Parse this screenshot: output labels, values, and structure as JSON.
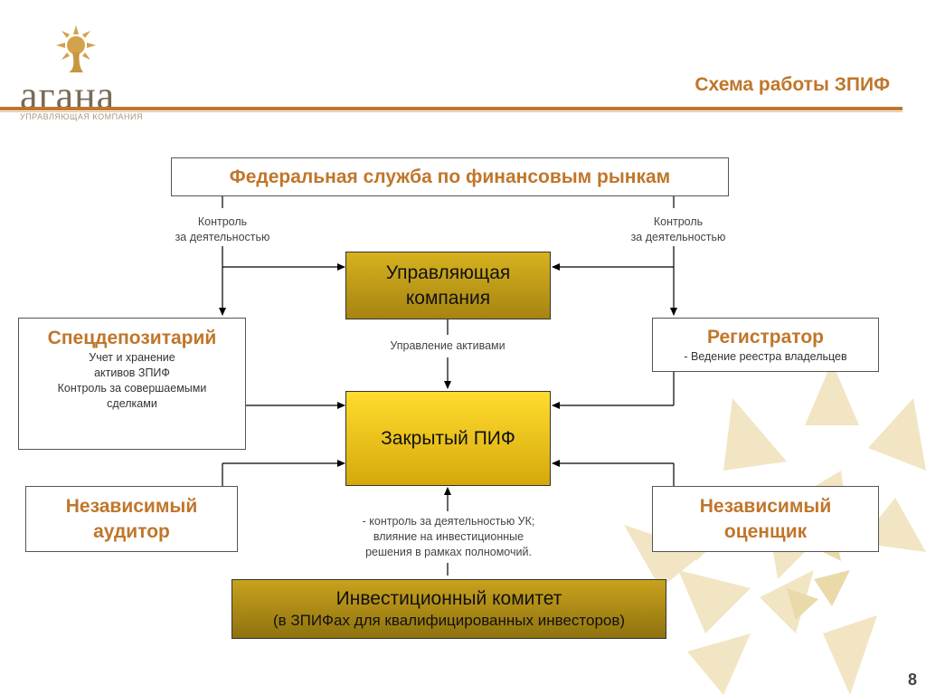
{
  "logo": {
    "name": "агана",
    "subtitle": "УПРАВЛЯЮЩАЯ КОМПАНИЯ",
    "brand_color": "#c0762a"
  },
  "slide": {
    "title": "Схема работы ЗПИФ",
    "page": "8"
  },
  "diagram": {
    "fsfr": "Федеральная служба по финансовым рынкам",
    "control_left": [
      "Контроль",
      "за деятельностью"
    ],
    "control_right": [
      "Контроль",
      "за деятельностью"
    ],
    "uk": [
      "Управляющая",
      "компания"
    ],
    "asset_management": "Управление активами",
    "spec_title": "Спецдепозитарий",
    "spec_desc": [
      "Учет и хранение",
      "активов ЗПИФ",
      "Контроль за совершаемыми",
      "сделками"
    ],
    "registrar_title": "Регистратор",
    "registrar_desc": "- Ведение реестра владельцев",
    "zpif": "Закрытый ПИФ",
    "auditor": [
      "Независимый",
      "аудитор"
    ],
    "appraiser": [
      "Независимый",
      "оценщик"
    ],
    "committee_note": [
      "- контроль за деятельностью УК;",
      "влияние на инвестиционные",
      "решения в рамках полномочий."
    ],
    "committee_title": "Инвестиционный комитет",
    "committee_sub": "(в ЗПИФах для квалифицированных инвесторов)"
  }
}
